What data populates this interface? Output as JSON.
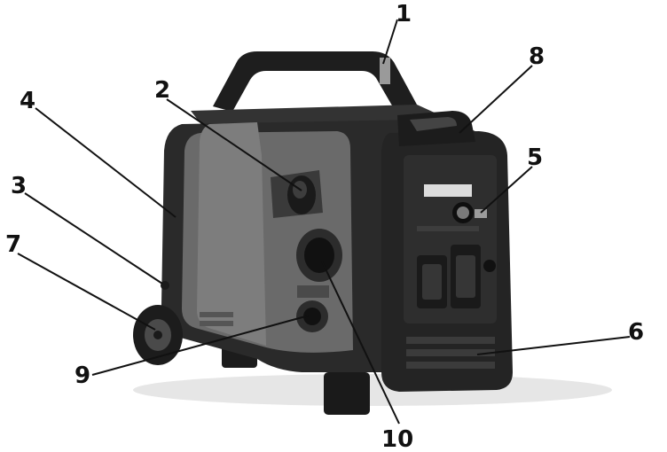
{
  "figure": {
    "subject": "portable inverter generator",
    "callouts": [
      {
        "id": "c1",
        "label": "1"
      },
      {
        "id": "c2",
        "label": "2"
      },
      {
        "id": "c3",
        "label": "3"
      },
      {
        "id": "c4",
        "label": "4"
      },
      {
        "id": "c5",
        "label": "5"
      },
      {
        "id": "c6",
        "label": "6"
      },
      {
        "id": "c7",
        "label": "7"
      },
      {
        "id": "c8",
        "label": "8"
      },
      {
        "id": "c9",
        "label": "9"
      },
      {
        "id": "c10",
        "label": "10"
      }
    ]
  },
  "colors": {
    "body_dark": "#2a2a2a",
    "body_mid": "#5f5f5f",
    "panel_gray": "#767676",
    "leader_line": "#111111"
  }
}
